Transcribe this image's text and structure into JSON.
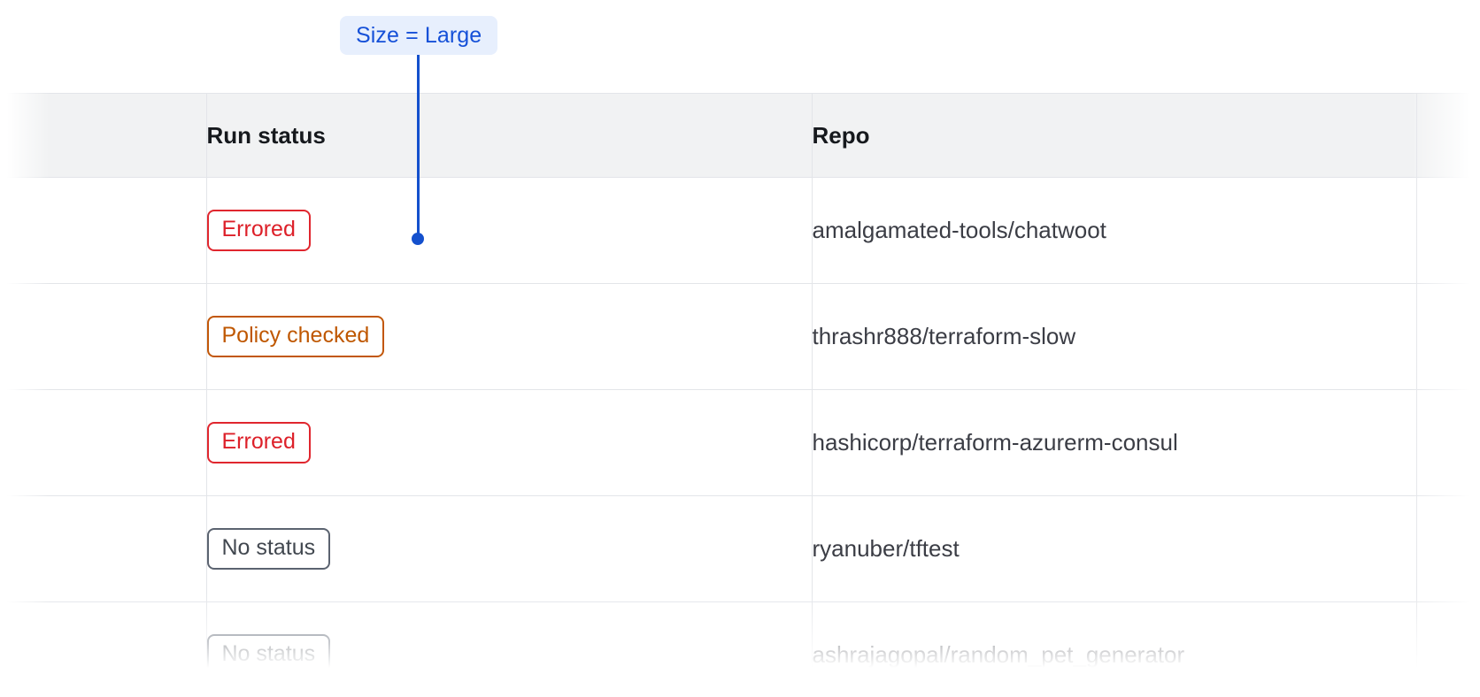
{
  "callout": {
    "label": "Size = Large",
    "accent_color": "#1450cd",
    "pill_background": "#e7effd"
  },
  "table": {
    "columns": [
      {
        "key": "spacer",
        "label": ""
      },
      {
        "key": "empty",
        "label": ""
      },
      {
        "key": "run_status",
        "label": "Run status"
      },
      {
        "key": "repo",
        "label": "Repo"
      },
      {
        "key": "tail",
        "label": ""
      }
    ],
    "header_background": "#f1f2f3",
    "border_color": "#e3e5e9",
    "rows": [
      {
        "run_status": "Errored",
        "status_kind": "errored",
        "repo": "amalgamated-tools/chatwoot"
      },
      {
        "run_status": "Policy checked",
        "status_kind": "policy-checked",
        "repo": "thrashr888/terraform-slow"
      },
      {
        "run_status": "Errored",
        "status_kind": "errored",
        "repo": "hashicorp/terraform-azurerm-consul"
      },
      {
        "run_status": "No status",
        "status_kind": "no-status",
        "repo": "ryanuber/tftest"
      },
      {
        "run_status": "No status",
        "status_kind": "no-status",
        "repo": "ashrajagopal/random_pet_generator"
      }
    ],
    "status_colors": {
      "errored": "#dd2029",
      "policy-checked": "#bf5700",
      "no-status": "#41474f"
    }
  }
}
